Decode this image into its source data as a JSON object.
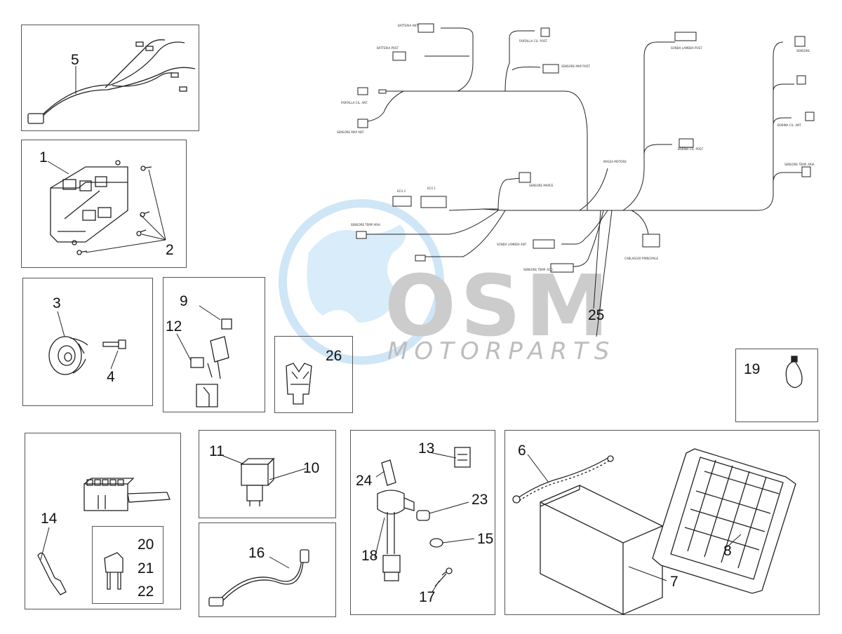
{
  "watermark": {
    "logo_text": "OSM",
    "brand_line": "MOTORPARTS",
    "colors": {
      "globe": "#bfe0f5",
      "letters": "#c8c8c8"
    }
  },
  "harness": {
    "connector_labels": [
      "BATTERIA ANT.",
      "BATTERIA POST.",
      "FARFALLA CIL. POST.",
      "SENSORE MAP POST.",
      "FARFALLA CIL. ANT.",
      "SENSORE MAP ANT.",
      "SONDA LAMBDA POST.",
      "BOBINA CIL. POST.",
      "SENSORE MARCE",
      "ECU 2",
      "ECU 1",
      "MASSA MOTORE",
      "SENSORE TEMP ARIA",
      "SONDA LAMBDA ANT.",
      "SENSORE TEMP. ACQ.",
      "CABLAGGIO PRINCIPALE",
      "SENSORE",
      "BOBINA CIL. ANT.",
      "SENSORE TEMP. ARIA"
    ]
  },
  "callouts": {
    "n1": "1",
    "n2": "2",
    "n3": "3",
    "n4": "4",
    "n5": "5",
    "n6": "6",
    "n7": "7",
    "n8": "8",
    "n9": "9",
    "n10": "10",
    "n11": "11",
    "n12": "12",
    "n13": "13",
    "n14": "14",
    "n15": "15",
    "n16": "16",
    "n17": "17",
    "n18": "18",
    "n19": "19",
    "n20": "20",
    "n21": "21",
    "n22": "22",
    "n23": "23",
    "n24": "24",
    "n25": "25",
    "n26": "26"
  }
}
